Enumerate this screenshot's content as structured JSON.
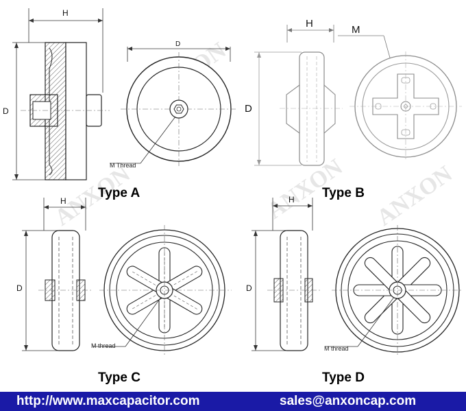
{
  "panels": {
    "type_a": {
      "caption": "Type A",
      "dim_h": "H",
      "dim_d_side": "D",
      "dim_d_front": "D",
      "thread": "M Thread"
    },
    "type_b": {
      "caption": "Type B",
      "dim_h": "H",
      "dim_d": "D",
      "dim_m": "M"
    },
    "type_c": {
      "caption": "Type C",
      "dim_h": "H",
      "dim_d": "D",
      "thread": "M  thread"
    },
    "type_d": {
      "caption": "Type D",
      "dim_h": "H",
      "dim_d": "D",
      "thread": "M  thread"
    }
  },
  "watermark": "ANXON",
  "footer": {
    "url": "http://www.maxcapacitor.com",
    "email": "sales@anxoncap.com",
    "background": "#1a1aa6"
  }
}
